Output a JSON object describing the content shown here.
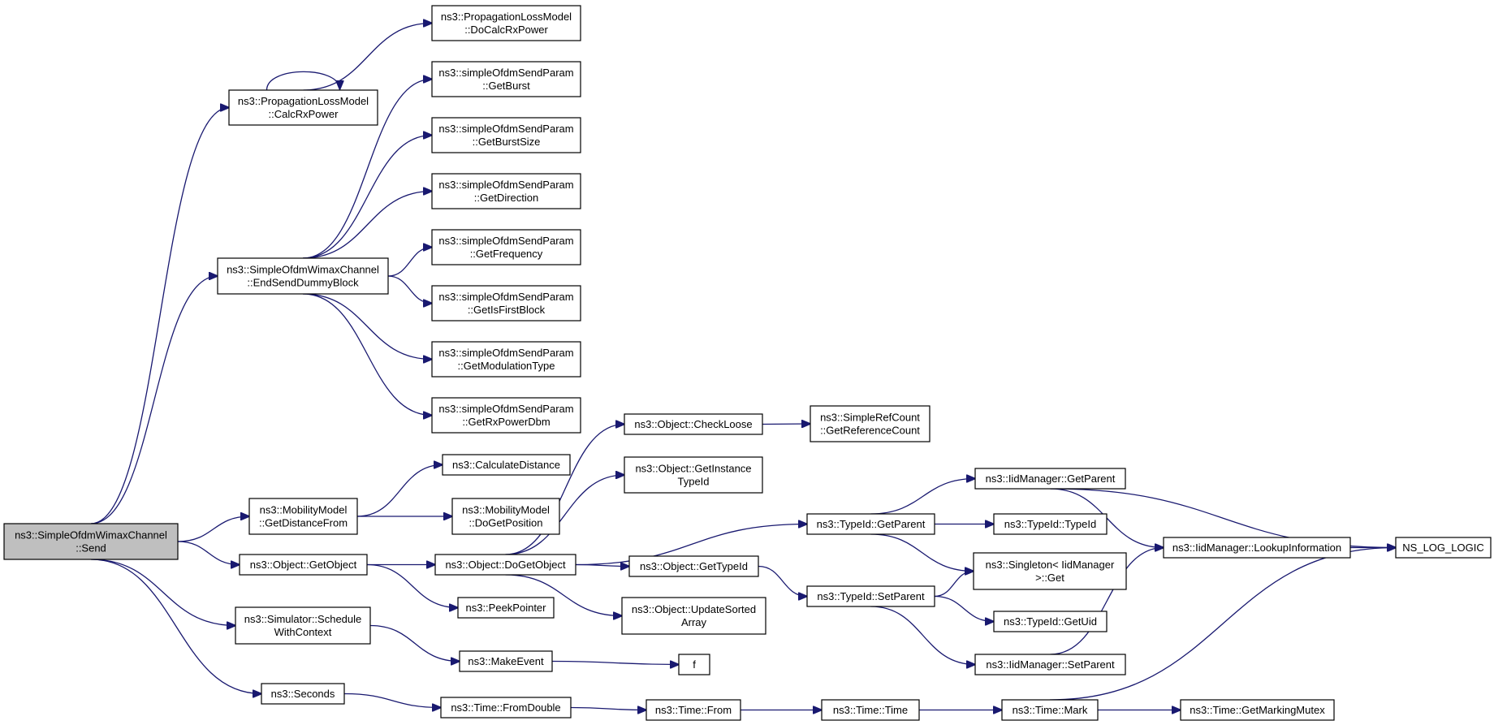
{
  "edge_color": "#191970",
  "root_fill": "#bfbfbf",
  "nodes": {
    "send": {
      "lines": [
        "ns3::SimpleOfdmWimaxChannel",
        "::Send"
      ],
      "root": true
    },
    "calcRxPower": {
      "lines": [
        "ns3::PropagationLossModel",
        "::CalcRxPower"
      ]
    },
    "endSendDummyBlock": {
      "lines": [
        "ns3::SimpleOfdmWimaxChannel",
        "::EndSendDummyBlock"
      ]
    },
    "getDistanceFrom": {
      "lines": [
        "ns3::MobilityModel",
        "::GetDistanceFrom"
      ]
    },
    "getObject": {
      "lines": [
        "ns3::Object::GetObject"
      ]
    },
    "scheduleWithContext": {
      "lines": [
        "ns3::Simulator::Schedule",
        "WithContext"
      ]
    },
    "seconds": {
      "lines": [
        "ns3::Seconds"
      ]
    },
    "doCalcRxPower": {
      "lines": [
        "ns3::PropagationLossModel",
        "::DoCalcRxPower"
      ]
    },
    "getBurst": {
      "lines": [
        "ns3::simpleOfdmSendParam",
        "::GetBurst"
      ]
    },
    "getBurstSize": {
      "lines": [
        "ns3::simpleOfdmSendParam",
        "::GetBurstSize"
      ]
    },
    "getDirection": {
      "lines": [
        "ns3::simpleOfdmSendParam",
        "::GetDirection"
      ]
    },
    "getFrequency": {
      "lines": [
        "ns3::simpleOfdmSendParam",
        "::GetFrequency"
      ]
    },
    "getIsFirstBlock": {
      "lines": [
        "ns3::simpleOfdmSendParam",
        "::GetIsFirstBlock"
      ]
    },
    "getModulationType": {
      "lines": [
        "ns3::simpleOfdmSendParam",
        "::GetModulationType"
      ]
    },
    "getRxPowerDbm": {
      "lines": [
        "ns3::simpleOfdmSendParam",
        "::GetRxPowerDbm"
      ]
    },
    "calculateDistance": {
      "lines": [
        "ns3::CalculateDistance"
      ]
    },
    "doGetPosition": {
      "lines": [
        "ns3::MobilityModel",
        "::DoGetPosition"
      ]
    },
    "doGetObject": {
      "lines": [
        "ns3::Object::DoGetObject"
      ]
    },
    "peekPointer": {
      "lines": [
        "ns3::PeekPointer"
      ]
    },
    "makeEvent": {
      "lines": [
        "ns3::MakeEvent"
      ]
    },
    "fromDouble": {
      "lines": [
        "ns3::Time::FromDouble"
      ]
    },
    "checkLoose": {
      "lines": [
        "ns3::Object::CheckLoose"
      ]
    },
    "getInstanceTypeId": {
      "lines": [
        "ns3::Object::GetInstance",
        "TypeId"
      ]
    },
    "objGetTypeId": {
      "lines": [
        "ns3::Object::GetTypeId"
      ]
    },
    "updateSortedArray": {
      "lines": [
        "ns3::Object::UpdateSorted",
        "Array"
      ]
    },
    "f": {
      "lines": [
        "f"
      ]
    },
    "timeFrom": {
      "lines": [
        "ns3::Time::From"
      ]
    },
    "getReferenceCount": {
      "lines": [
        "ns3::SimpleRefCount",
        "::GetReferenceCount"
      ]
    },
    "typeIdGetParent": {
      "lines": [
        "ns3::TypeId::GetParent"
      ]
    },
    "typeIdSetParent": {
      "lines": [
        "ns3::TypeId::SetParent"
      ]
    },
    "timeTime": {
      "lines": [
        "ns3::Time::Time"
      ]
    },
    "iidGetParent": {
      "lines": [
        "ns3::IidManager::GetParent"
      ]
    },
    "typeIdTypeId": {
      "lines": [
        "ns3::TypeId::TypeId"
      ]
    },
    "singletonGet": {
      "lines": [
        "ns3::Singleton< IidManager",
        ">::Get"
      ]
    },
    "getUid": {
      "lines": [
        "ns3::TypeId::GetUid"
      ]
    },
    "iidSetParent": {
      "lines": [
        "ns3::IidManager::SetParent"
      ]
    },
    "timeMark": {
      "lines": [
        "ns3::Time::Mark"
      ]
    },
    "lookupInformation": {
      "lines": [
        "ns3::IidManager::LookupInformation"
      ]
    },
    "getMarkingMutex": {
      "lines": [
        "ns3::Time::GetMarkingMutex"
      ]
    },
    "nsLogLogic": {
      "lines": [
        "NS_LOG_LOGIC"
      ]
    }
  },
  "edges": [
    [
      "send",
      "calcRxPower"
    ],
    [
      "send",
      "endSendDummyBlock"
    ],
    [
      "send",
      "getDistanceFrom"
    ],
    [
      "send",
      "getObject"
    ],
    [
      "send",
      "scheduleWithContext"
    ],
    [
      "send",
      "seconds"
    ],
    [
      "calcRxPower",
      "calcRxPower"
    ],
    [
      "calcRxPower",
      "doCalcRxPower"
    ],
    [
      "endSendDummyBlock",
      "getBurst"
    ],
    [
      "endSendDummyBlock",
      "getBurstSize"
    ],
    [
      "endSendDummyBlock",
      "getDirection"
    ],
    [
      "endSendDummyBlock",
      "getFrequency"
    ],
    [
      "endSendDummyBlock",
      "getIsFirstBlock"
    ],
    [
      "endSendDummyBlock",
      "getModulationType"
    ],
    [
      "endSendDummyBlock",
      "getRxPowerDbm"
    ],
    [
      "getDistanceFrom",
      "calculateDistance"
    ],
    [
      "getDistanceFrom",
      "doGetPosition"
    ],
    [
      "getObject",
      "doGetObject"
    ],
    [
      "getObject",
      "peekPointer"
    ],
    [
      "scheduleWithContext",
      "makeEvent"
    ],
    [
      "seconds",
      "fromDouble"
    ],
    [
      "doGetObject",
      "checkLoose"
    ],
    [
      "doGetObject",
      "getInstanceTypeId"
    ],
    [
      "doGetObject",
      "typeIdGetParent"
    ],
    [
      "doGetObject",
      "objGetTypeId"
    ],
    [
      "doGetObject",
      "updateSortedArray"
    ],
    [
      "checkLoose",
      "getReferenceCount"
    ],
    [
      "objGetTypeId",
      "typeIdSetParent"
    ],
    [
      "makeEvent",
      "f"
    ],
    [
      "fromDouble",
      "timeFrom"
    ],
    [
      "timeFrom",
      "timeTime"
    ],
    [
      "timeTime",
      "timeMark"
    ],
    [
      "typeIdGetParent",
      "iidGetParent"
    ],
    [
      "typeIdGetParent",
      "typeIdTypeId"
    ],
    [
      "typeIdGetParent",
      "singletonGet"
    ],
    [
      "typeIdSetParent",
      "singletonGet"
    ],
    [
      "typeIdSetParent",
      "getUid"
    ],
    [
      "typeIdSetParent",
      "iidSetParent"
    ],
    [
      "iidGetParent",
      "lookupInformation"
    ],
    [
      "iidGetParent",
      "nsLogLogic"
    ],
    [
      "iidSetParent",
      "lookupInformation"
    ],
    [
      "lookupInformation",
      "nsLogLogic"
    ],
    [
      "timeMark",
      "getMarkingMutex"
    ],
    [
      "timeMark",
      "nsLogLogic"
    ]
  ]
}
